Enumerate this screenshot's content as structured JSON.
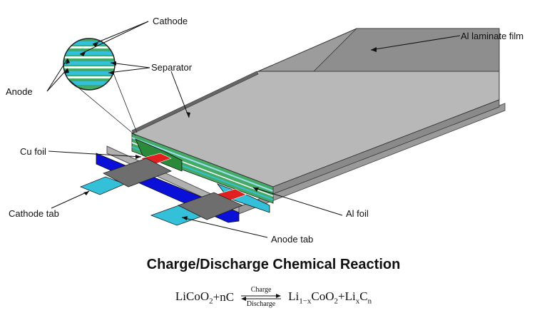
{
  "labels": {
    "cathode": "Cathode",
    "anode": "Anode",
    "separator": "Separator",
    "al_laminate_film": "Al laminate film",
    "cu_foil": "Cu foil",
    "cathode_tab": "Cathode tab",
    "al_foil": "Al foil",
    "anode_tab": "Anode tab"
  },
  "title": "Charge/Discharge Chemical Reaction",
  "equation": {
    "reactant_1a": "LiCoO",
    "reactant_1b": "2",
    "reactant_2": "+nC",
    "forward_label": "Charge",
    "reverse_label": "Discharge",
    "product_1a": "Li",
    "product_1b": "1−x",
    "product_1c": "CoO",
    "product_1d": "2",
    "product_2a": "+Li",
    "product_2b": "x",
    "product_2c": "C",
    "product_2d": "n"
  },
  "colors": {
    "laminate": "#b8b8b8",
    "laminate_top": "#c8c8c8",
    "laminate_dark": "#8a8a8a",
    "cathode_layer": "#44aa66",
    "anode_layer": "#33c0d8",
    "separator_layer": "#ffffff",
    "cu_tab": "#0b10d8",
    "al_tab": "#33c0d8",
    "red_connector": "#e02020",
    "dark_gray": "#6e6e6e"
  }
}
